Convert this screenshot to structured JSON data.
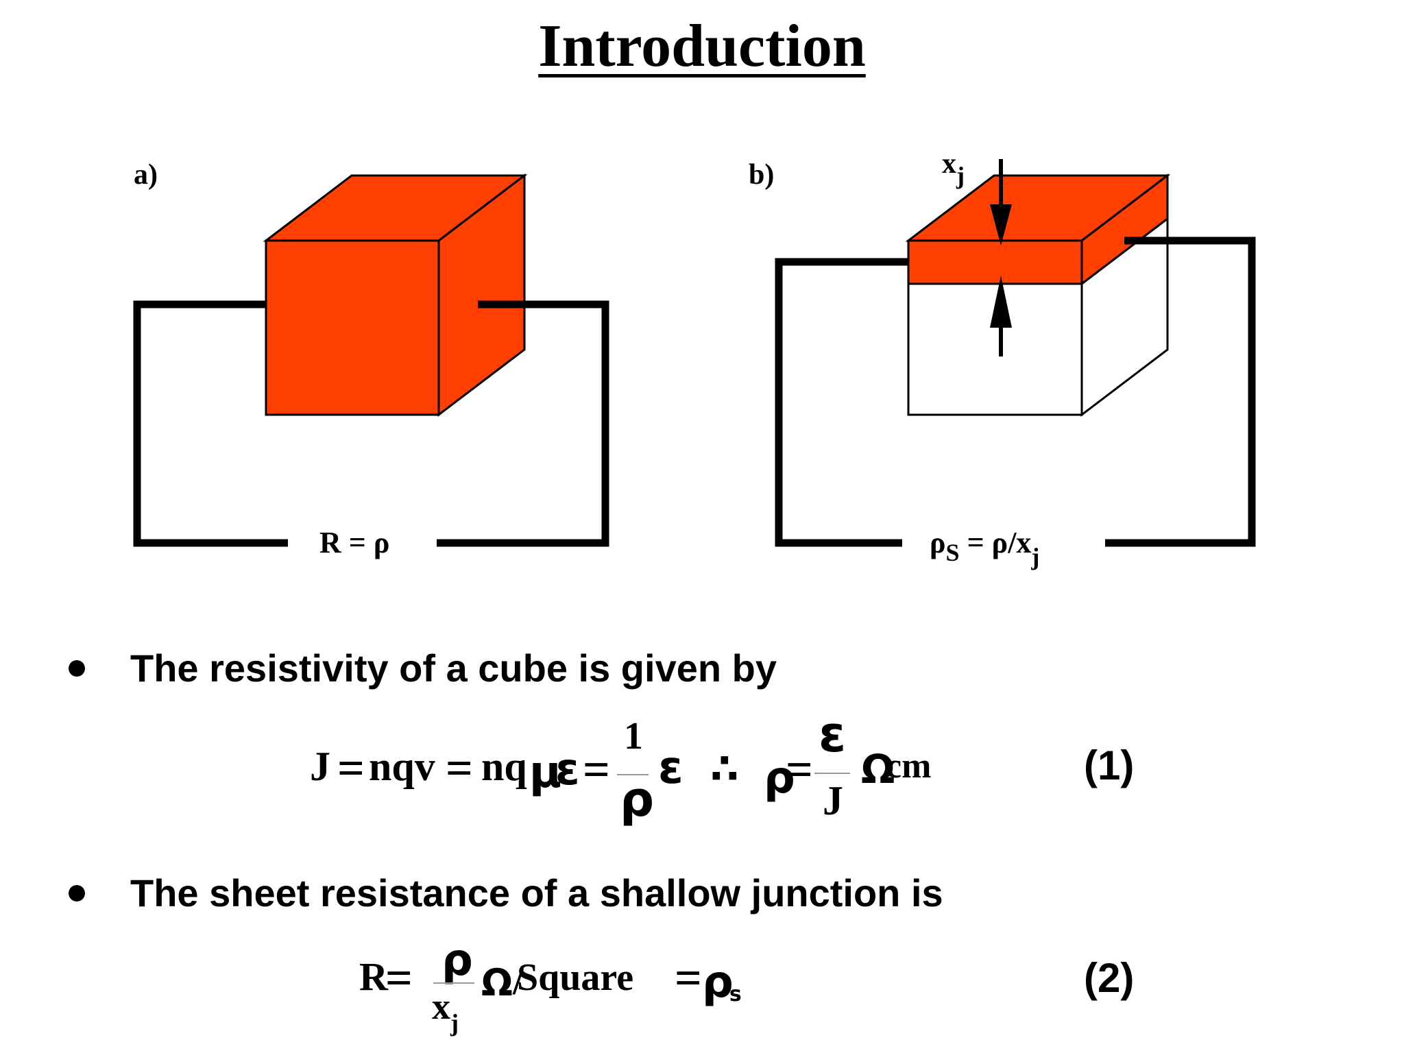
{
  "slide": {
    "title": "Introduction",
    "diagram_a": {
      "label": "a)",
      "formula": "R = ρ"
    },
    "diagram_b": {
      "label": "b)",
      "depth_label": "x",
      "depth_sub": "j",
      "formula_rho": "ρ",
      "formula_rho_sub": "S",
      "formula_rest": " = ρ/x",
      "formula_rest_sub": "j"
    },
    "bullets": [
      {
        "text": "The resistivity of a cube is given by"
      },
      {
        "text": "The sheet resistance of a shallow junction is"
      }
    ],
    "equations": [
      {
        "number": "(1)",
        "j_left": "J",
        "nqv": "nqv",
        "nq": "nq",
        "mu": "μ",
        "eps": "ε",
        "frac1_num": "1",
        "frac1_den": "ρ",
        "therefore": "∴",
        "rho": "ρ",
        "frac2_num": "ε",
        "frac2_den": "J",
        "omega": "Ω",
        "cm": "cm"
      },
      {
        "number": "(2)",
        "r_left": "R",
        "frac_num": "ρ",
        "frac_den": "x",
        "frac_den_sub": "j",
        "omega": "Ω",
        "square": "Square",
        "rho_s": "ρ",
        "rho_s_sub": "s"
      }
    ]
  },
  "colors": {
    "slab_fill": "#ff4000",
    "line": "#000000",
    "background": "#ffffff"
  }
}
